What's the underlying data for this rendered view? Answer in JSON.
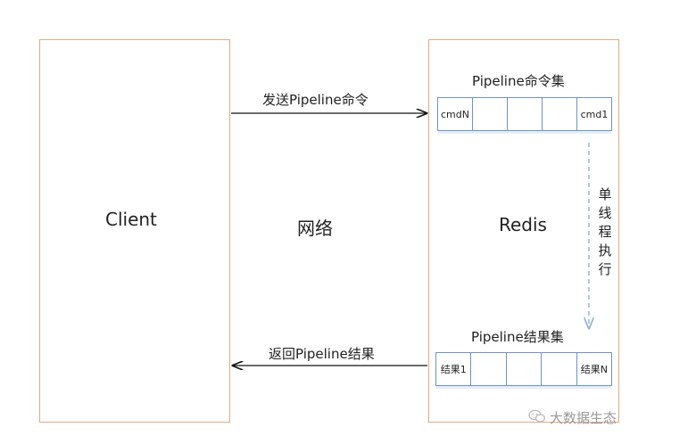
{
  "client": {
    "label": "Client"
  },
  "network": {
    "label": "网络"
  },
  "redis": {
    "label": "Redis"
  },
  "arrows": {
    "send_label": "发送Pipeline命令",
    "return_label": "返回Pipeline结果"
  },
  "command_set": {
    "title": "Pipeline命令集",
    "cells": [
      "cmdN",
      "",
      "",
      "",
      "cmd1"
    ]
  },
  "execution_label": "单线程执行",
  "result_set": {
    "title": "Pipeline结果集",
    "cells": [
      "结果1",
      "",
      "",
      "",
      "结果N"
    ]
  },
  "watermark": {
    "text": "大数据生态",
    "icon": "wechat-icon"
  },
  "colors": {
    "box_border": "#e7a87f",
    "cell_border": "#6f93c8",
    "dashed_arrow": "#8fb0d8",
    "arrow": "#111111"
  }
}
